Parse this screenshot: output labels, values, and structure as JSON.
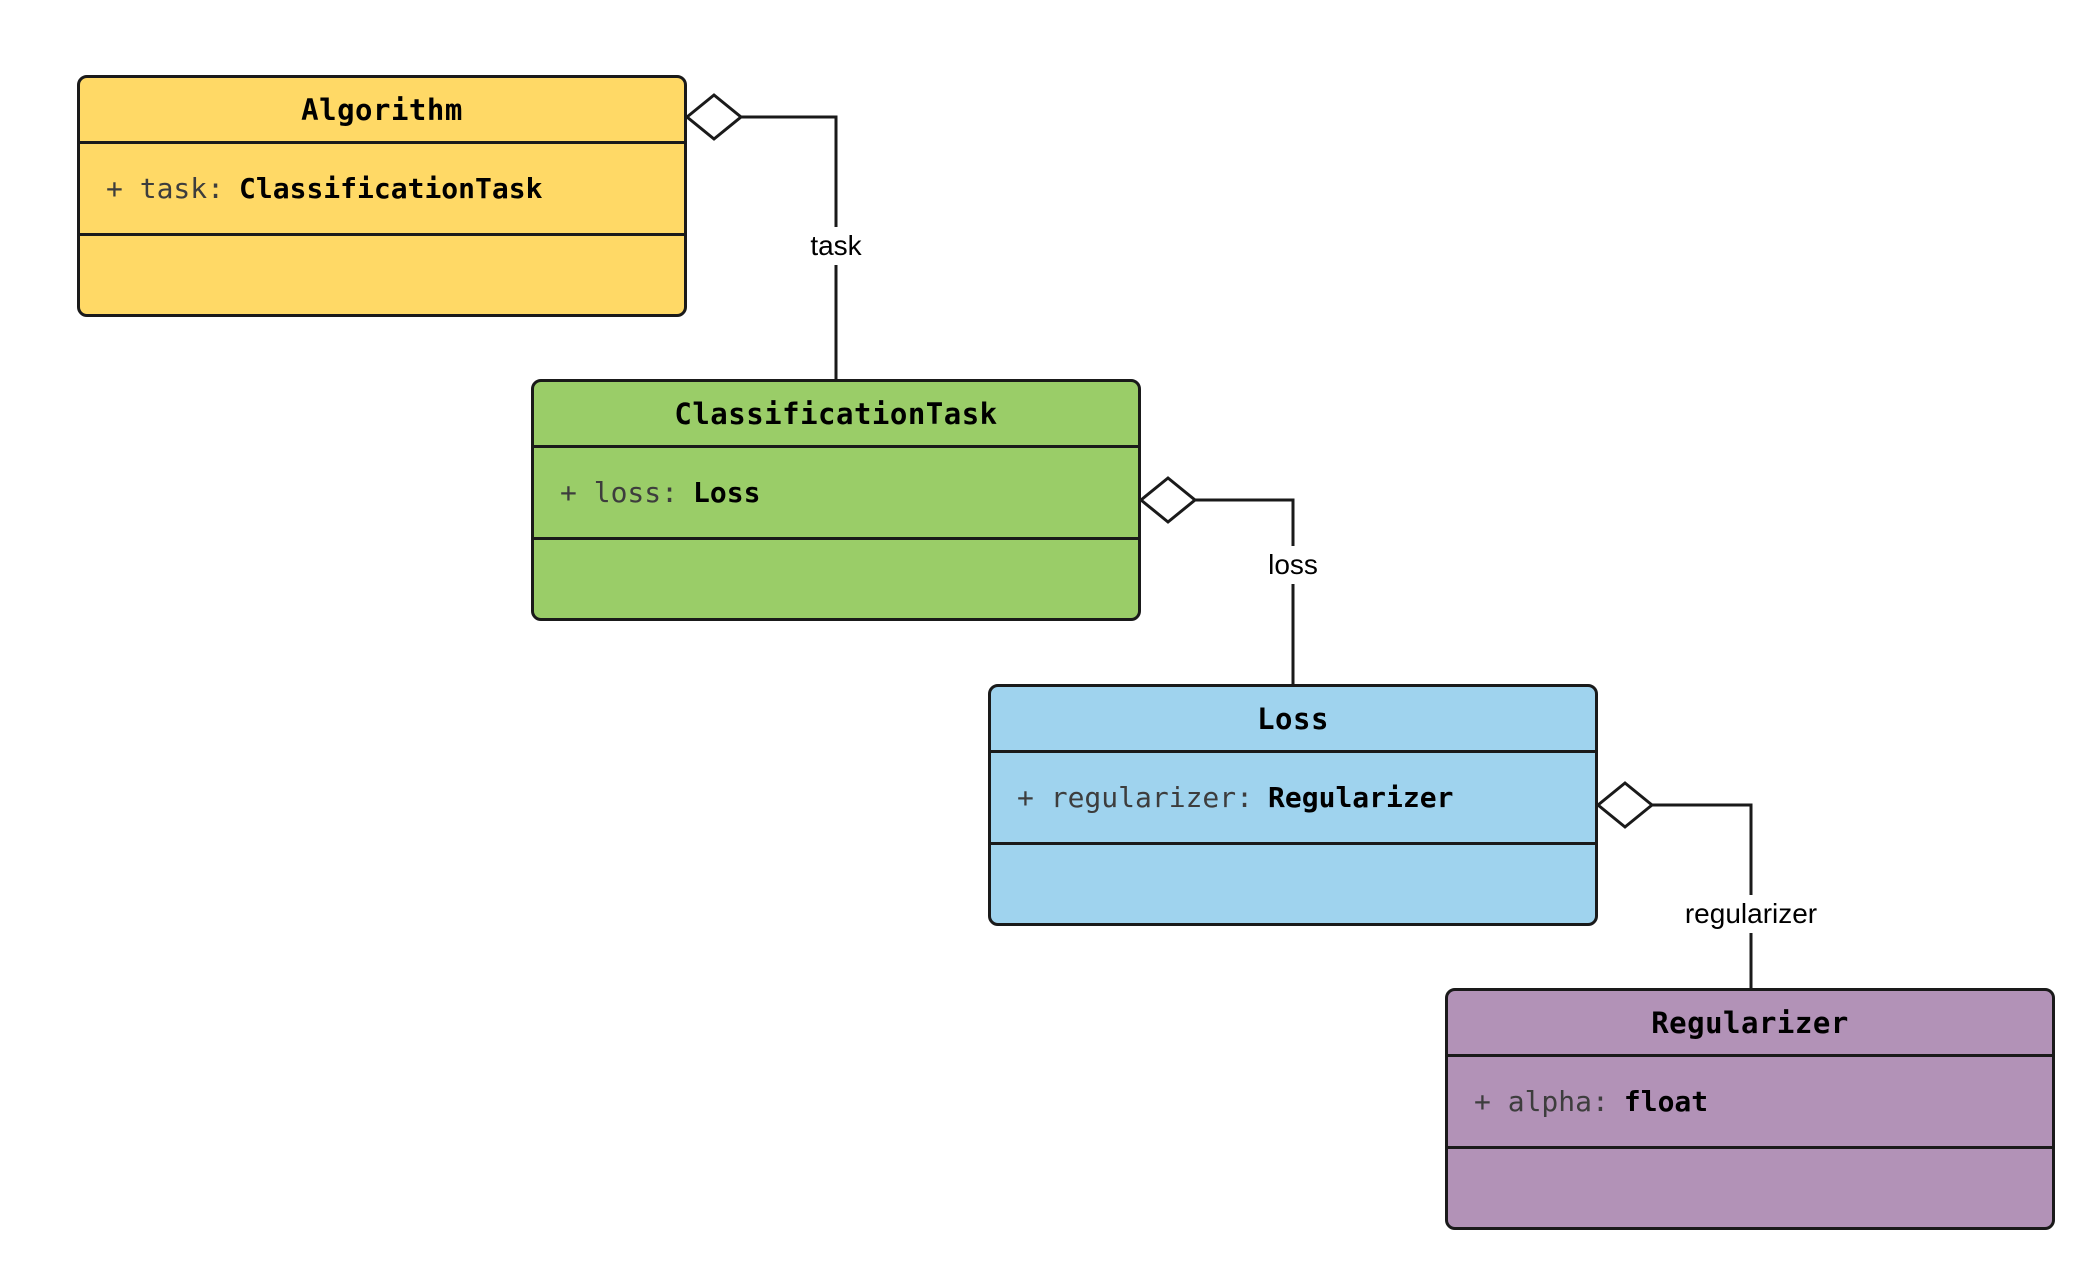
{
  "diagram": {
    "kind": "uml-class-diagram",
    "line_color": "#1A1A1A",
    "background": "#FFFFFF",
    "classes": [
      {
        "name": "Algorithm",
        "attr_prefix": "+ task:",
        "attr_type": "ClassificationTask",
        "fill": "#FFD966"
      },
      {
        "name": "ClassificationTask",
        "attr_prefix": "+ loss:",
        "attr_type": "Loss",
        "fill": "#9ACD68"
      },
      {
        "name": "Loss",
        "attr_prefix": "+ regularizer:",
        "attr_type": "Regularizer",
        "fill": "#9FD3EE"
      },
      {
        "name": "Regularizer",
        "attr_prefix": "+ alpha:",
        "attr_type": "float",
        "fill": "#B292B7"
      }
    ],
    "edges": [
      {
        "label": "task",
        "from": "Algorithm",
        "to": "ClassificationTask",
        "relation": "aggregation"
      },
      {
        "label": "loss",
        "from": "ClassificationTask",
        "to": "Loss",
        "relation": "aggregation"
      },
      {
        "label": "regularizer",
        "from": "Loss",
        "to": "Regularizer",
        "relation": "aggregation"
      }
    ]
  }
}
